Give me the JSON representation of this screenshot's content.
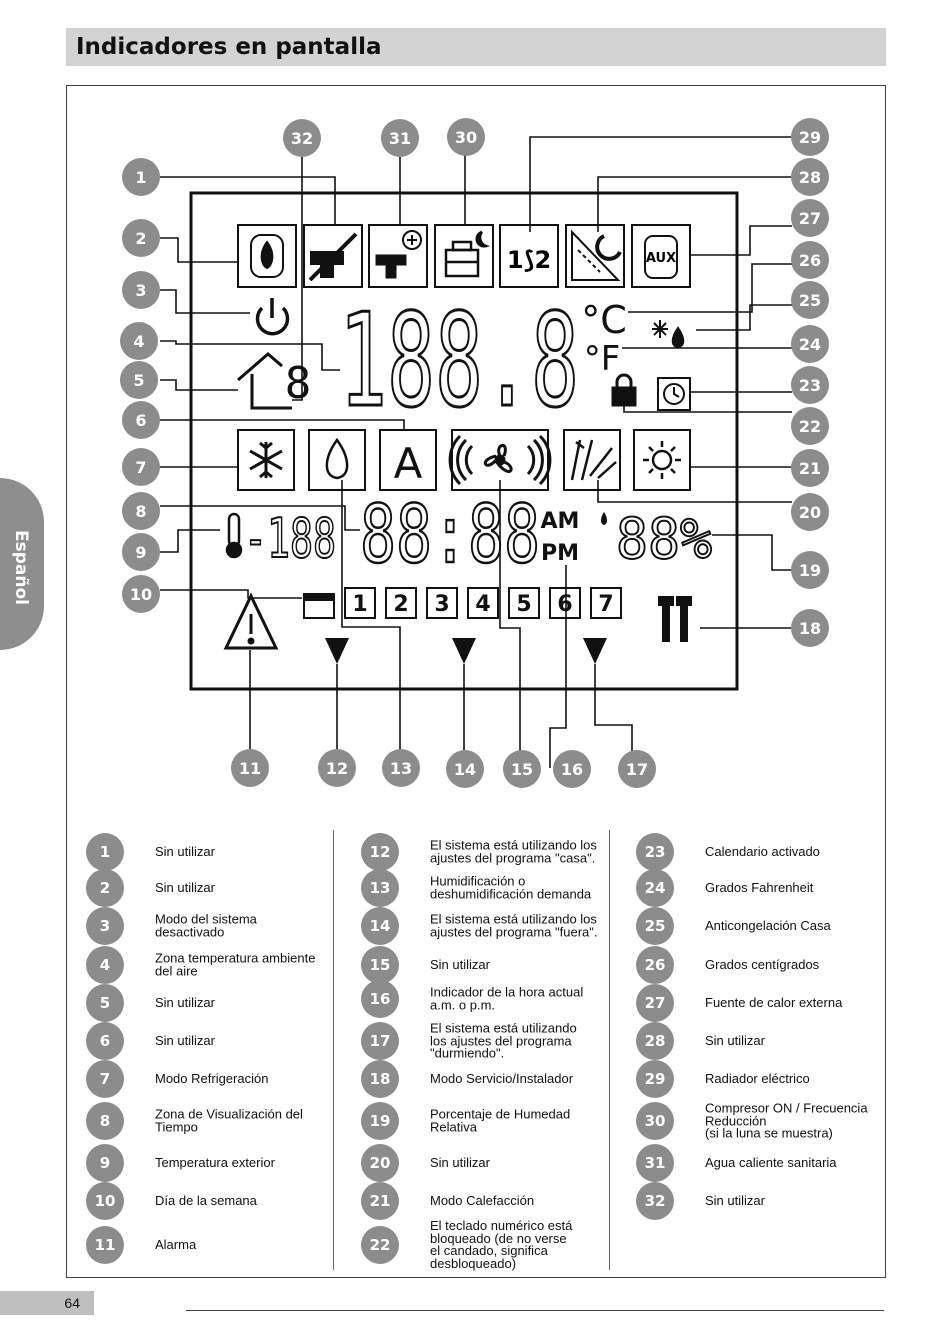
{
  "header": {
    "title": "Indicadores en pantalla"
  },
  "side_tab": {
    "label": "Español"
  },
  "page_number": "64",
  "display": {
    "big_digits": "188.8",
    "time_digits": "88:88",
    "am": "AM",
    "pm": "PM",
    "outdoor_digits": "-188",
    "humidity_digits": "88%",
    "celsius": "°C",
    "fahrenheit": "°F",
    "zone_digit": "8",
    "aux": "AUX",
    "program_label": "1⟆2",
    "auto_mode": "A",
    "days": [
      "1",
      "2",
      "3",
      "4",
      "5",
      "6",
      "7"
    ]
  },
  "legend": [
    {
      "n": "1",
      "text": "Sin utilizar"
    },
    {
      "n": "2",
      "text": "Sin utilizar"
    },
    {
      "n": "3",
      "text": "Modo del sistema\ndesactivado"
    },
    {
      "n": "4",
      "text": "Zona temperatura ambiente\ndel aire"
    },
    {
      "n": "5",
      "text": "Sin utilizar"
    },
    {
      "n": "6",
      "text": "Sin utilizar"
    },
    {
      "n": "7",
      "text": "Modo Refrigeración"
    },
    {
      "n": "8",
      "text": "Zona de Visualización del\nTiempo"
    },
    {
      "n": "9",
      "text": "Temperatura exterior"
    },
    {
      "n": "10",
      "text": "Día de la semana"
    },
    {
      "n": "11",
      "text": "Alarma"
    },
    {
      "n": "12",
      "text": "El sistema está utilizando los\najustes del programa \"casa\"."
    },
    {
      "n": "13",
      "text": "Humidificación o\ndeshumidificación demanda"
    },
    {
      "n": "14",
      "text": "El sistema está utilizando los\najustes del programa \"fuera\"."
    },
    {
      "n": "15",
      "text": "Sin utilizar"
    },
    {
      "n": "16",
      "text": "Indicador de la hora actual\na.m. o p.m."
    },
    {
      "n": "17",
      "text": "El sistema está utilizando\nlos ajustes del programa\n\"durmiendo\"."
    },
    {
      "n": "18",
      "text": "Modo Servicio/Instalador"
    },
    {
      "n": "19",
      "text": "Porcentaje de Humedad\nRelativa"
    },
    {
      "n": "20",
      "text": "Sin utilizar"
    },
    {
      "n": "21",
      "text": "Modo Calefacción"
    },
    {
      "n": "22",
      "text": "El teclado numérico está\nbloqueado (de no verse\nel candado, significa\ndesbloqueado)"
    },
    {
      "n": "23",
      "text": "Calendario activado"
    },
    {
      "n": "24",
      "text": "Grados Fahrenheit"
    },
    {
      "n": "25",
      "text": "Anticongelación Casa"
    },
    {
      "n": "26",
      "text": "Grados centígrados"
    },
    {
      "n": "27",
      "text": "Fuente de calor externa"
    },
    {
      "n": "28",
      "text": "Sin utilizar"
    },
    {
      "n": "29",
      "text": "Radiador eléctrico"
    },
    {
      "n": "30",
      "text": "Compresor ON / Frecuencia\nReducción\n(si la luna se muestra)"
    },
    {
      "n": "31",
      "text": "Agua caliente sanitaria"
    },
    {
      "n": "32",
      "text": "Sin utilizar"
    }
  ],
  "colors": {
    "badge": "#8c8c8c",
    "title_bar": "#d3d3d3",
    "tab": "#8e8e8e",
    "ink": "#111111"
  }
}
